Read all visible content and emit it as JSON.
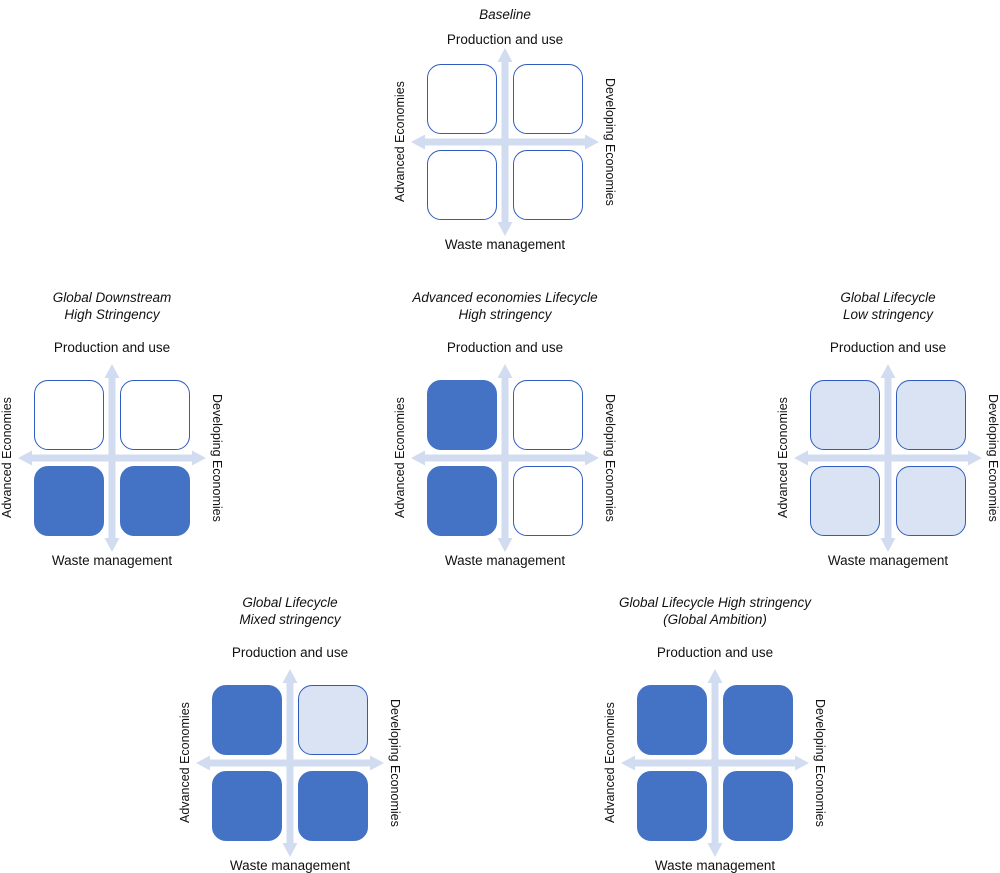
{
  "figure": {
    "axis_labels": {
      "top": "Production and use",
      "bottom": "Waste management",
      "left": "Advanced Economies",
      "right": "Developing Economies"
    },
    "colors": {
      "dark_fill": "#4472C4",
      "light_fill": "#DAE3F3",
      "empty_fill": "#FFFFFF",
      "outline": "#2F5CBE",
      "arrow": "#D2DCF1",
      "text": "#111111"
    },
    "diagrams": [
      {
        "title_lines": [
          "Baseline"
        ],
        "quadrants": {
          "top_left": "empty",
          "top_right": "empty",
          "bottom_left": "empty",
          "bottom_right": "empty"
        }
      },
      {
        "title_lines": [
          "Global Downstream",
          "High Stringency"
        ],
        "quadrants": {
          "top_left": "empty",
          "top_right": "empty",
          "bottom_left": "dark",
          "bottom_right": "dark"
        }
      },
      {
        "title_lines": [
          "Advanced economies Lifecycle",
          "High stringency"
        ],
        "quadrants": {
          "top_left": "dark",
          "top_right": "empty",
          "bottom_left": "dark",
          "bottom_right": "empty"
        }
      },
      {
        "title_lines": [
          "Global Lifecycle",
          "Low stringency"
        ],
        "quadrants": {
          "top_left": "light",
          "top_right": "light",
          "bottom_left": "light",
          "bottom_right": "light"
        }
      },
      {
        "title_lines": [
          "Global Lifecycle",
          "Mixed stringency"
        ],
        "quadrants": {
          "top_left": "dark",
          "top_right": "light",
          "bottom_left": "dark",
          "bottom_right": "dark"
        }
      },
      {
        "title_lines": [
          "Global Lifecycle High stringency",
          "(Global Ambition)"
        ],
        "quadrants": {
          "top_left": "dark",
          "top_right": "dark",
          "bottom_left": "dark",
          "bottom_right": "dark"
        }
      }
    ]
  }
}
